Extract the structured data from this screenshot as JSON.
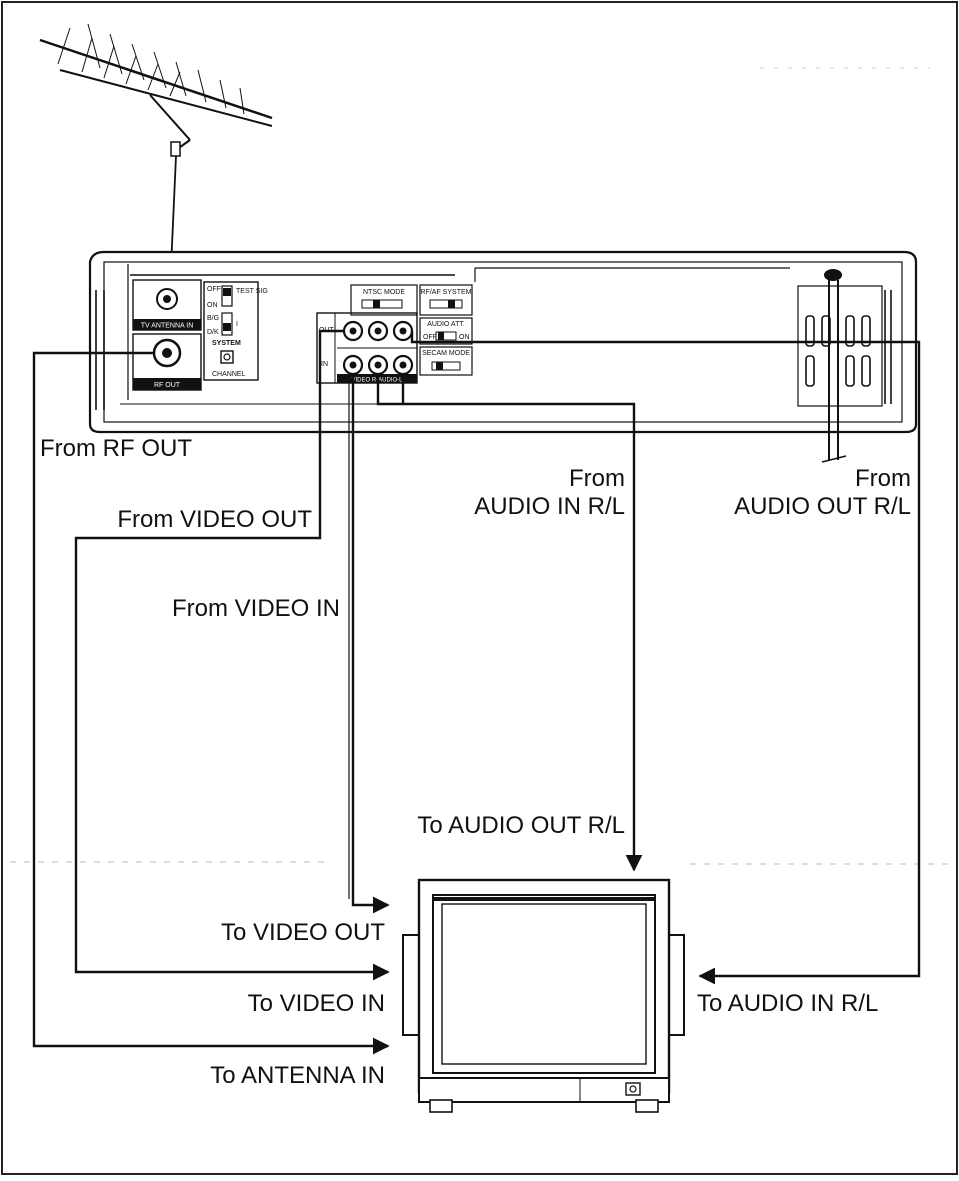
{
  "vcr": {
    "antenna_in_label": "TV ANTENNA IN",
    "rf_out_label": "RF OUT",
    "switch_a_off": "OFF",
    "switch_a_on": "ON",
    "test_sig_label": "TEST SIG",
    "switch_b_top": "B/G",
    "switch_b_bottom": "D/K",
    "switch_b_right": "I",
    "system_label": "SYSTEM",
    "channel_label": "CHANNEL",
    "ntsc_mode_label": "NTSC MODE",
    "rf_af_system_label": "RF/AF SYSTEM",
    "audio_att_label": "AUDIO ATT.",
    "audio_att_off": "OFF",
    "audio_att_on": "ON",
    "secam_mode_label": "SECAM MODE",
    "out_label": "OUT",
    "in_label": "IN",
    "jack_row_label": "VIDEO  R-AUDIO-L"
  },
  "labels": {
    "from_rf_out": "From RF OUT",
    "from_video_out": "From VIDEO OUT",
    "from_video_in": "From VIDEO IN",
    "from_audio_in_1": "From",
    "from_audio_in_2": "AUDIO IN R/L",
    "from_audio_out_1": "From",
    "from_audio_out_2": "AUDIO OUT R/L",
    "to_audio_out": "To AUDIO OUT R/L",
    "to_video_out": "To VIDEO OUT",
    "to_video_in": "To VIDEO IN",
    "to_antenna_in": "To ANTENNA IN",
    "to_audio_in": "To AUDIO IN R/L"
  }
}
